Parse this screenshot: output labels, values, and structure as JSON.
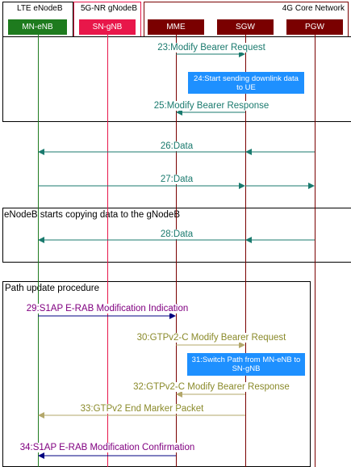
{
  "groups": {
    "lte": "LTE eNodeB",
    "nr": "5G-NR gNodeB",
    "core": "4G Core Network"
  },
  "nodes": {
    "mn_enb": "MN-eNB",
    "sn_gnb": "SN-gNB",
    "mme": "MME",
    "sgw": "SGW",
    "pgw": "PGW"
  },
  "sections": {
    "copy": "eNodeB starts copying data to the gNodeB",
    "path": "Path update procedure"
  },
  "messages": {
    "m23": "23:Modify Bearer Request",
    "m25": "25:Modify Bearer Response",
    "m26": "26:Data",
    "m27": "27:Data",
    "m28": "28:Data",
    "m29": "29:S1AP E-RAB Modification Indication",
    "m30": "30:GTPv2-C Modify Bearer Request",
    "m32": "32:GTPv2-C Modify Bearer Response",
    "m33": "33:GTPv2 End Marker Packet",
    "m34": "34:S1AP E-RAB Modification Confirmation"
  },
  "notes": {
    "n24": "24:Start sending downlink data to UE",
    "n31": "31:Switch Path from MN-eNB to SN-gNB"
  },
  "colors": {
    "enb": "#1e7b1e",
    "gnb": "#e8174a",
    "core": "#7a0000",
    "teal": "#1a7a6e",
    "purple": "#800080",
    "olive": "#8a8a2a",
    "note": "#1e90ff"
  }
}
